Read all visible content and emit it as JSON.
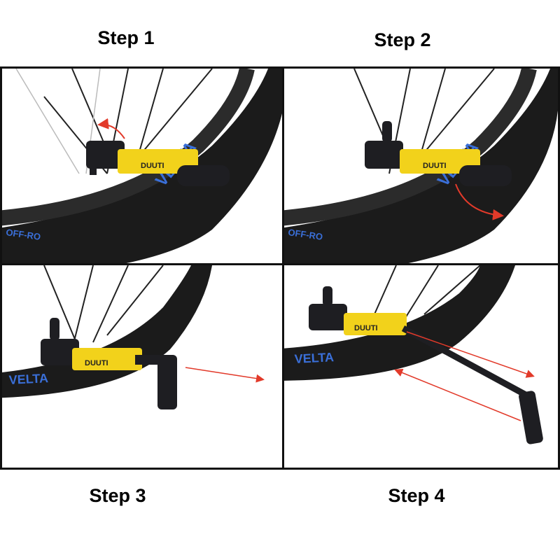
{
  "steps": [
    {
      "label": "Step 1"
    },
    {
      "label": "Step 2"
    },
    {
      "label": "Step 3"
    },
    {
      "label": "Step 4"
    }
  ],
  "pump": {
    "brand_text": "DUUTI",
    "body_color": "#f2d21b",
    "dark_color": "#1e1e22"
  },
  "tire": {
    "sidewall_text": "OFF-RO",
    "sidewall_text_2": "VELTA",
    "text_color": "#3a6fd8"
  },
  "arrow_color": "#e23a2a"
}
